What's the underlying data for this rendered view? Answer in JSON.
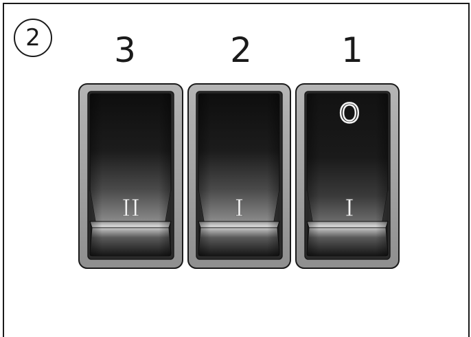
{
  "figure": {
    "step_number": "2",
    "switches": [
      {
        "number": "3",
        "mark": "II",
        "off_symbol": ""
      },
      {
        "number": "2",
        "mark": "I",
        "off_symbol": ""
      },
      {
        "number": "1",
        "mark": "I",
        "off_symbol": "O"
      }
    ]
  }
}
